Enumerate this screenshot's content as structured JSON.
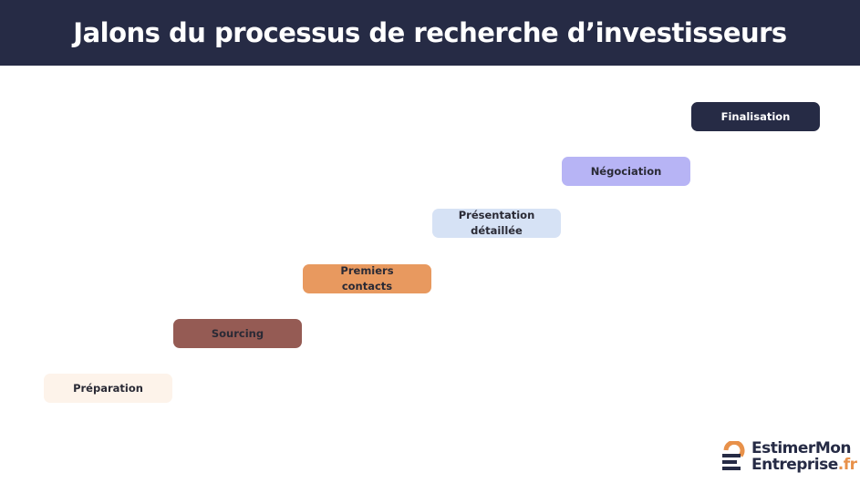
{
  "title": "Jalons du processus de recherche d’investisseurs",
  "steps": [
    {
      "label": "Préparation",
      "color": "#fdf3ea"
    },
    {
      "label": "Sourcing",
      "color": "#955b54"
    },
    {
      "label": "Premiers contacts",
      "color": "#e8995f"
    },
    {
      "label": "Présentation détaillée",
      "color": "#d6e2f5"
    },
    {
      "label": "Négociation",
      "color": "#b7b4f5"
    },
    {
      "label": "Finalisation",
      "color": "#262b45"
    }
  ],
  "logo": {
    "line1": "EstimerMon",
    "line2": "Entreprise",
    "suffix": ".fr"
  }
}
